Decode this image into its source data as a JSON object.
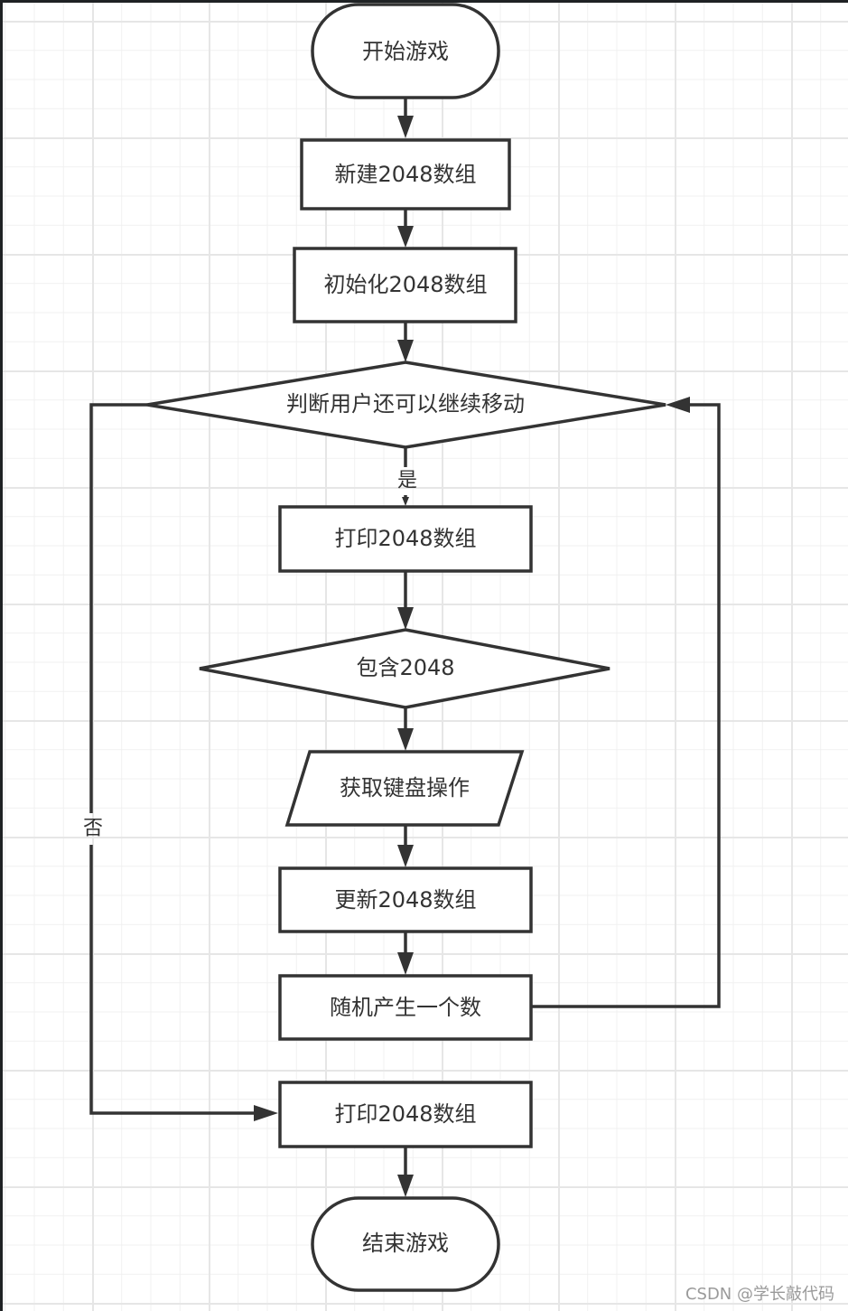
{
  "diagram": {
    "type": "flowchart",
    "nodes": {
      "start": {
        "shape": "terminator",
        "label": "开始游戏"
      },
      "create_array": {
        "shape": "process",
        "label": "新建2048数组"
      },
      "init_array": {
        "shape": "process",
        "label": "初始化2048数组"
      },
      "can_move": {
        "shape": "decision",
        "label": "判断用户还可以继续移动"
      },
      "print_array_loop": {
        "shape": "process",
        "label": "打印2048数组"
      },
      "contains_2048": {
        "shape": "decision",
        "label": "包含2048"
      },
      "get_key": {
        "shape": "input",
        "label": "获取键盘操作"
      },
      "update_array": {
        "shape": "process",
        "label": "更新2048数组"
      },
      "random_number": {
        "shape": "process",
        "label": "随机产生一个数"
      },
      "print_array_end": {
        "shape": "process",
        "label": "打印2048数组"
      },
      "end": {
        "shape": "terminator",
        "label": "结束游戏"
      }
    },
    "edges": [
      {
        "from": "start",
        "to": "create_array",
        "label": ""
      },
      {
        "from": "create_array",
        "to": "init_array",
        "label": ""
      },
      {
        "from": "init_array",
        "to": "can_move",
        "label": ""
      },
      {
        "from": "can_move",
        "to": "print_array_loop",
        "label": "是"
      },
      {
        "from": "print_array_loop",
        "to": "contains_2048",
        "label": ""
      },
      {
        "from": "contains_2048",
        "to": "get_key",
        "label": ""
      },
      {
        "from": "get_key",
        "to": "update_array",
        "label": ""
      },
      {
        "from": "update_array",
        "to": "random_number",
        "label": ""
      },
      {
        "from": "random_number",
        "to": "can_move",
        "label": ""
      },
      {
        "from": "can_move",
        "to": "print_array_end",
        "label": "否"
      },
      {
        "from": "print_array_end",
        "to": "end",
        "label": ""
      }
    ],
    "edge_labels": {
      "yes": "是",
      "no": "否"
    }
  },
  "watermark": "CSDN @学长敲代码",
  "colors": {
    "stroke": "#333333",
    "grid": "#e6e6e6",
    "background": "#ffffff",
    "frame": "#1f2224"
  }
}
